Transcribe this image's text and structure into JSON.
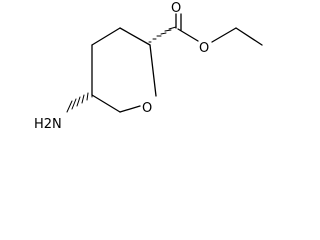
{
  "molecule": {
    "atoms": {
      "ring_oxygen": "O",
      "carbonyl_oxygen": "O",
      "ester_oxygen": "O",
      "amine": "H2N"
    },
    "colors": {
      "bond": "#000000",
      "label": "#000000",
      "background": "#ffffff"
    }
  }
}
